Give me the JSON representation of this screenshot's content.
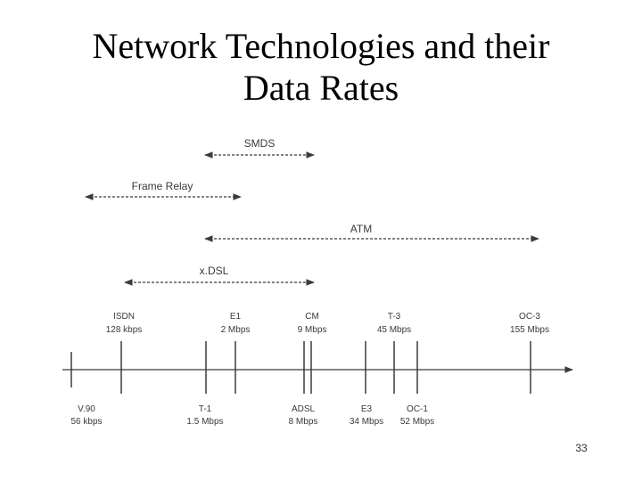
{
  "slide": {
    "title_line1": "Network Technologies and their",
    "title_line2": "Data Rates",
    "page_number": "33"
  },
  "colors": {
    "background": "#ffffff",
    "text": "#000000",
    "diagram_ink": "#3a3a3a"
  },
  "ranges": [
    {
      "id": "smds",
      "label": "SMDS"
    },
    {
      "id": "frame-relay",
      "label": "Frame Relay"
    },
    {
      "id": "atm",
      "label": "ATM"
    },
    {
      "id": "xdsl",
      "label": "x.DSL"
    }
  ],
  "axis_ticks_top": [
    {
      "id": "isdn",
      "name": "ISDN",
      "rate": "128 kbps"
    },
    {
      "id": "e1",
      "name": "E1",
      "rate": "2 Mbps"
    },
    {
      "id": "cm",
      "name": "CM",
      "rate": "9 Mbps"
    },
    {
      "id": "t3",
      "name": "T-3",
      "rate": "45 Mbps"
    },
    {
      "id": "oc3",
      "name": "OC-3",
      "rate": "155 Mbps"
    }
  ],
  "axis_ticks_bottom": [
    {
      "id": "v90",
      "name": "V.90",
      "rate": "56 kbps"
    },
    {
      "id": "t1",
      "name": "T-1",
      "rate": "1.5 Mbps"
    },
    {
      "id": "adsl",
      "name": "ADSL",
      "rate": "8 Mbps"
    },
    {
      "id": "e3",
      "name": "E3",
      "rate": "34 Mbps"
    },
    {
      "id": "oc1",
      "name": "OC-1",
      "rate": "52 Mbps"
    }
  ]
}
